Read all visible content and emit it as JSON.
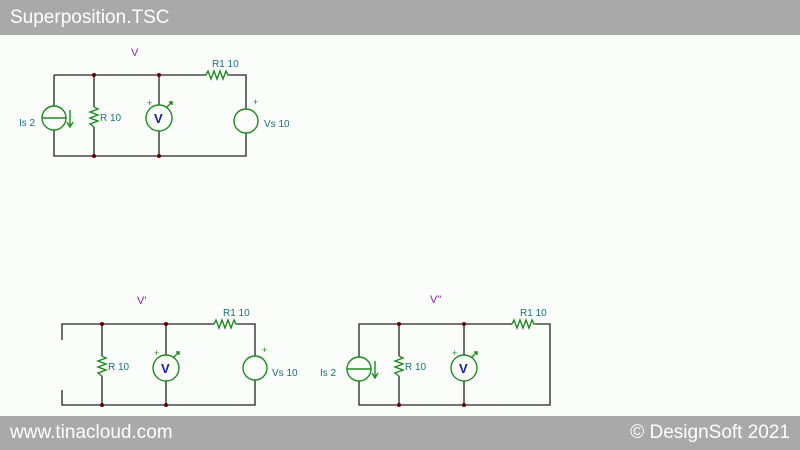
{
  "header": {
    "title": "Superposition.TSC"
  },
  "footer": {
    "left": "www.tinacloud.com",
    "right": "© DesignSoft 2021"
  },
  "circuits": {
    "full": {
      "meter_label": "V",
      "is": "Is 2",
      "r": "R 10",
      "r1": "R1 10",
      "vs": "Vs 10",
      "vm": "V",
      "plus": "+"
    },
    "vs_only": {
      "meter_label": "V'",
      "r": "R 10",
      "r1": "R1 10",
      "vs": "Vs 10",
      "vm": "V",
      "plus": "+"
    },
    "is_only": {
      "meter_label": "V\"",
      "is": "Is 2",
      "r": "R 10",
      "r1": "R1 10",
      "vm": "V",
      "plus": "+"
    }
  }
}
